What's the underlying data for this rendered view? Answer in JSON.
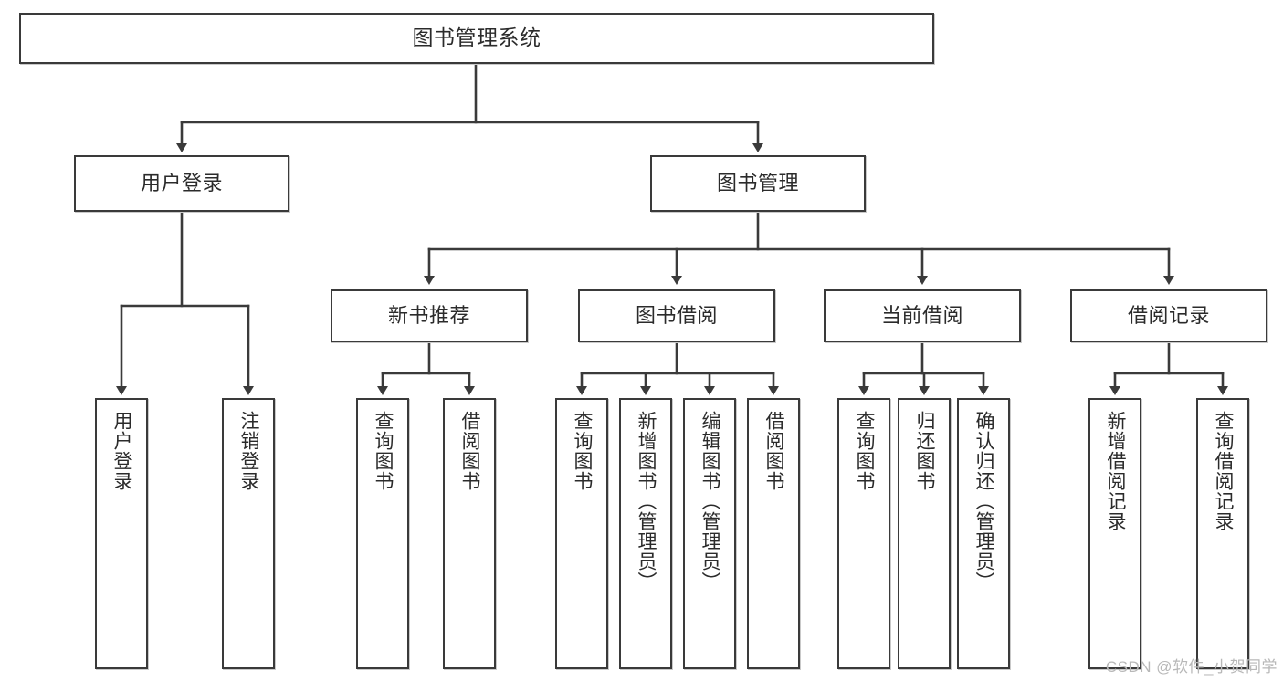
{
  "diagram": {
    "type": "tree",
    "title": "图书管理系统",
    "watermark": "CSDN @软件_小贺同学",
    "colors": {
      "stroke": "#3a3a3a",
      "fill": "#ffffff",
      "text": "#2b2b2b",
      "watermark": "#b8b8b8",
      "shadow": "#c9c9c9"
    },
    "nodes": {
      "root": {
        "label": "图书管理系统"
      },
      "level2": [
        {
          "id": "user-login",
          "label": "用户登录"
        },
        {
          "id": "book-manage",
          "label": "图书管理"
        }
      ],
      "level3": [
        {
          "id": "new-book-recommend",
          "label": "新书推荐"
        },
        {
          "id": "book-borrow",
          "label": "图书借阅"
        },
        {
          "id": "current-borrow",
          "label": "当前借阅"
        },
        {
          "id": "borrow-record",
          "label": "借阅记录"
        }
      ],
      "leaves": {
        "user-login": [
          {
            "id": "leaf-user-login",
            "label": "用户登录"
          },
          {
            "id": "leaf-user-logout",
            "label": "注销登录"
          }
        ],
        "new-book-recommend": [
          {
            "id": "leaf-query-book-1",
            "label": "查询图书"
          },
          {
            "id": "leaf-borrow-book-1",
            "label": "借阅图书"
          }
        ],
        "book-borrow": [
          {
            "id": "leaf-query-book-2",
            "label": "查询图书"
          },
          {
            "id": "leaf-add-book",
            "label": "新增图书（管理员）"
          },
          {
            "id": "leaf-edit-book",
            "label": "编辑图书（管理员）"
          },
          {
            "id": "leaf-borrow-book-2",
            "label": "借阅图书"
          }
        ],
        "current-borrow": [
          {
            "id": "leaf-query-book-3",
            "label": "查询图书"
          },
          {
            "id": "leaf-return-book",
            "label": "归还图书"
          },
          {
            "id": "leaf-confirm-return",
            "label": "确认归还（管理员）"
          }
        ],
        "borrow-record": [
          {
            "id": "leaf-add-record",
            "label": "新增借阅记录"
          },
          {
            "id": "leaf-query-record",
            "label": "查询借阅记录"
          }
        ]
      }
    }
  }
}
